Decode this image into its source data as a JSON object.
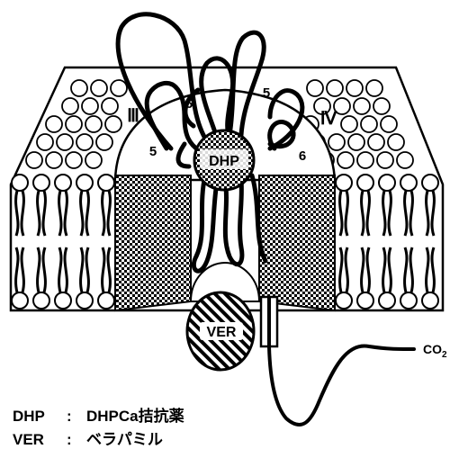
{
  "labels": {
    "domain_iii": "Ⅲ",
    "domain_iv": "Ⅳ",
    "seg5_left": "5",
    "seg6_left": "6",
    "seg5_right": "5",
    "seg6_right": "6",
    "dhp": "DHP",
    "ver": "VER",
    "co2_main": "CO",
    "co2_sub": "2"
  },
  "legend": [
    {
      "key": "DHP",
      "sep": ":",
      "value": "DHPCa拮抗薬"
    },
    {
      "key": "VER",
      "sep": ":",
      "value": "ベラパミル"
    }
  ]
}
